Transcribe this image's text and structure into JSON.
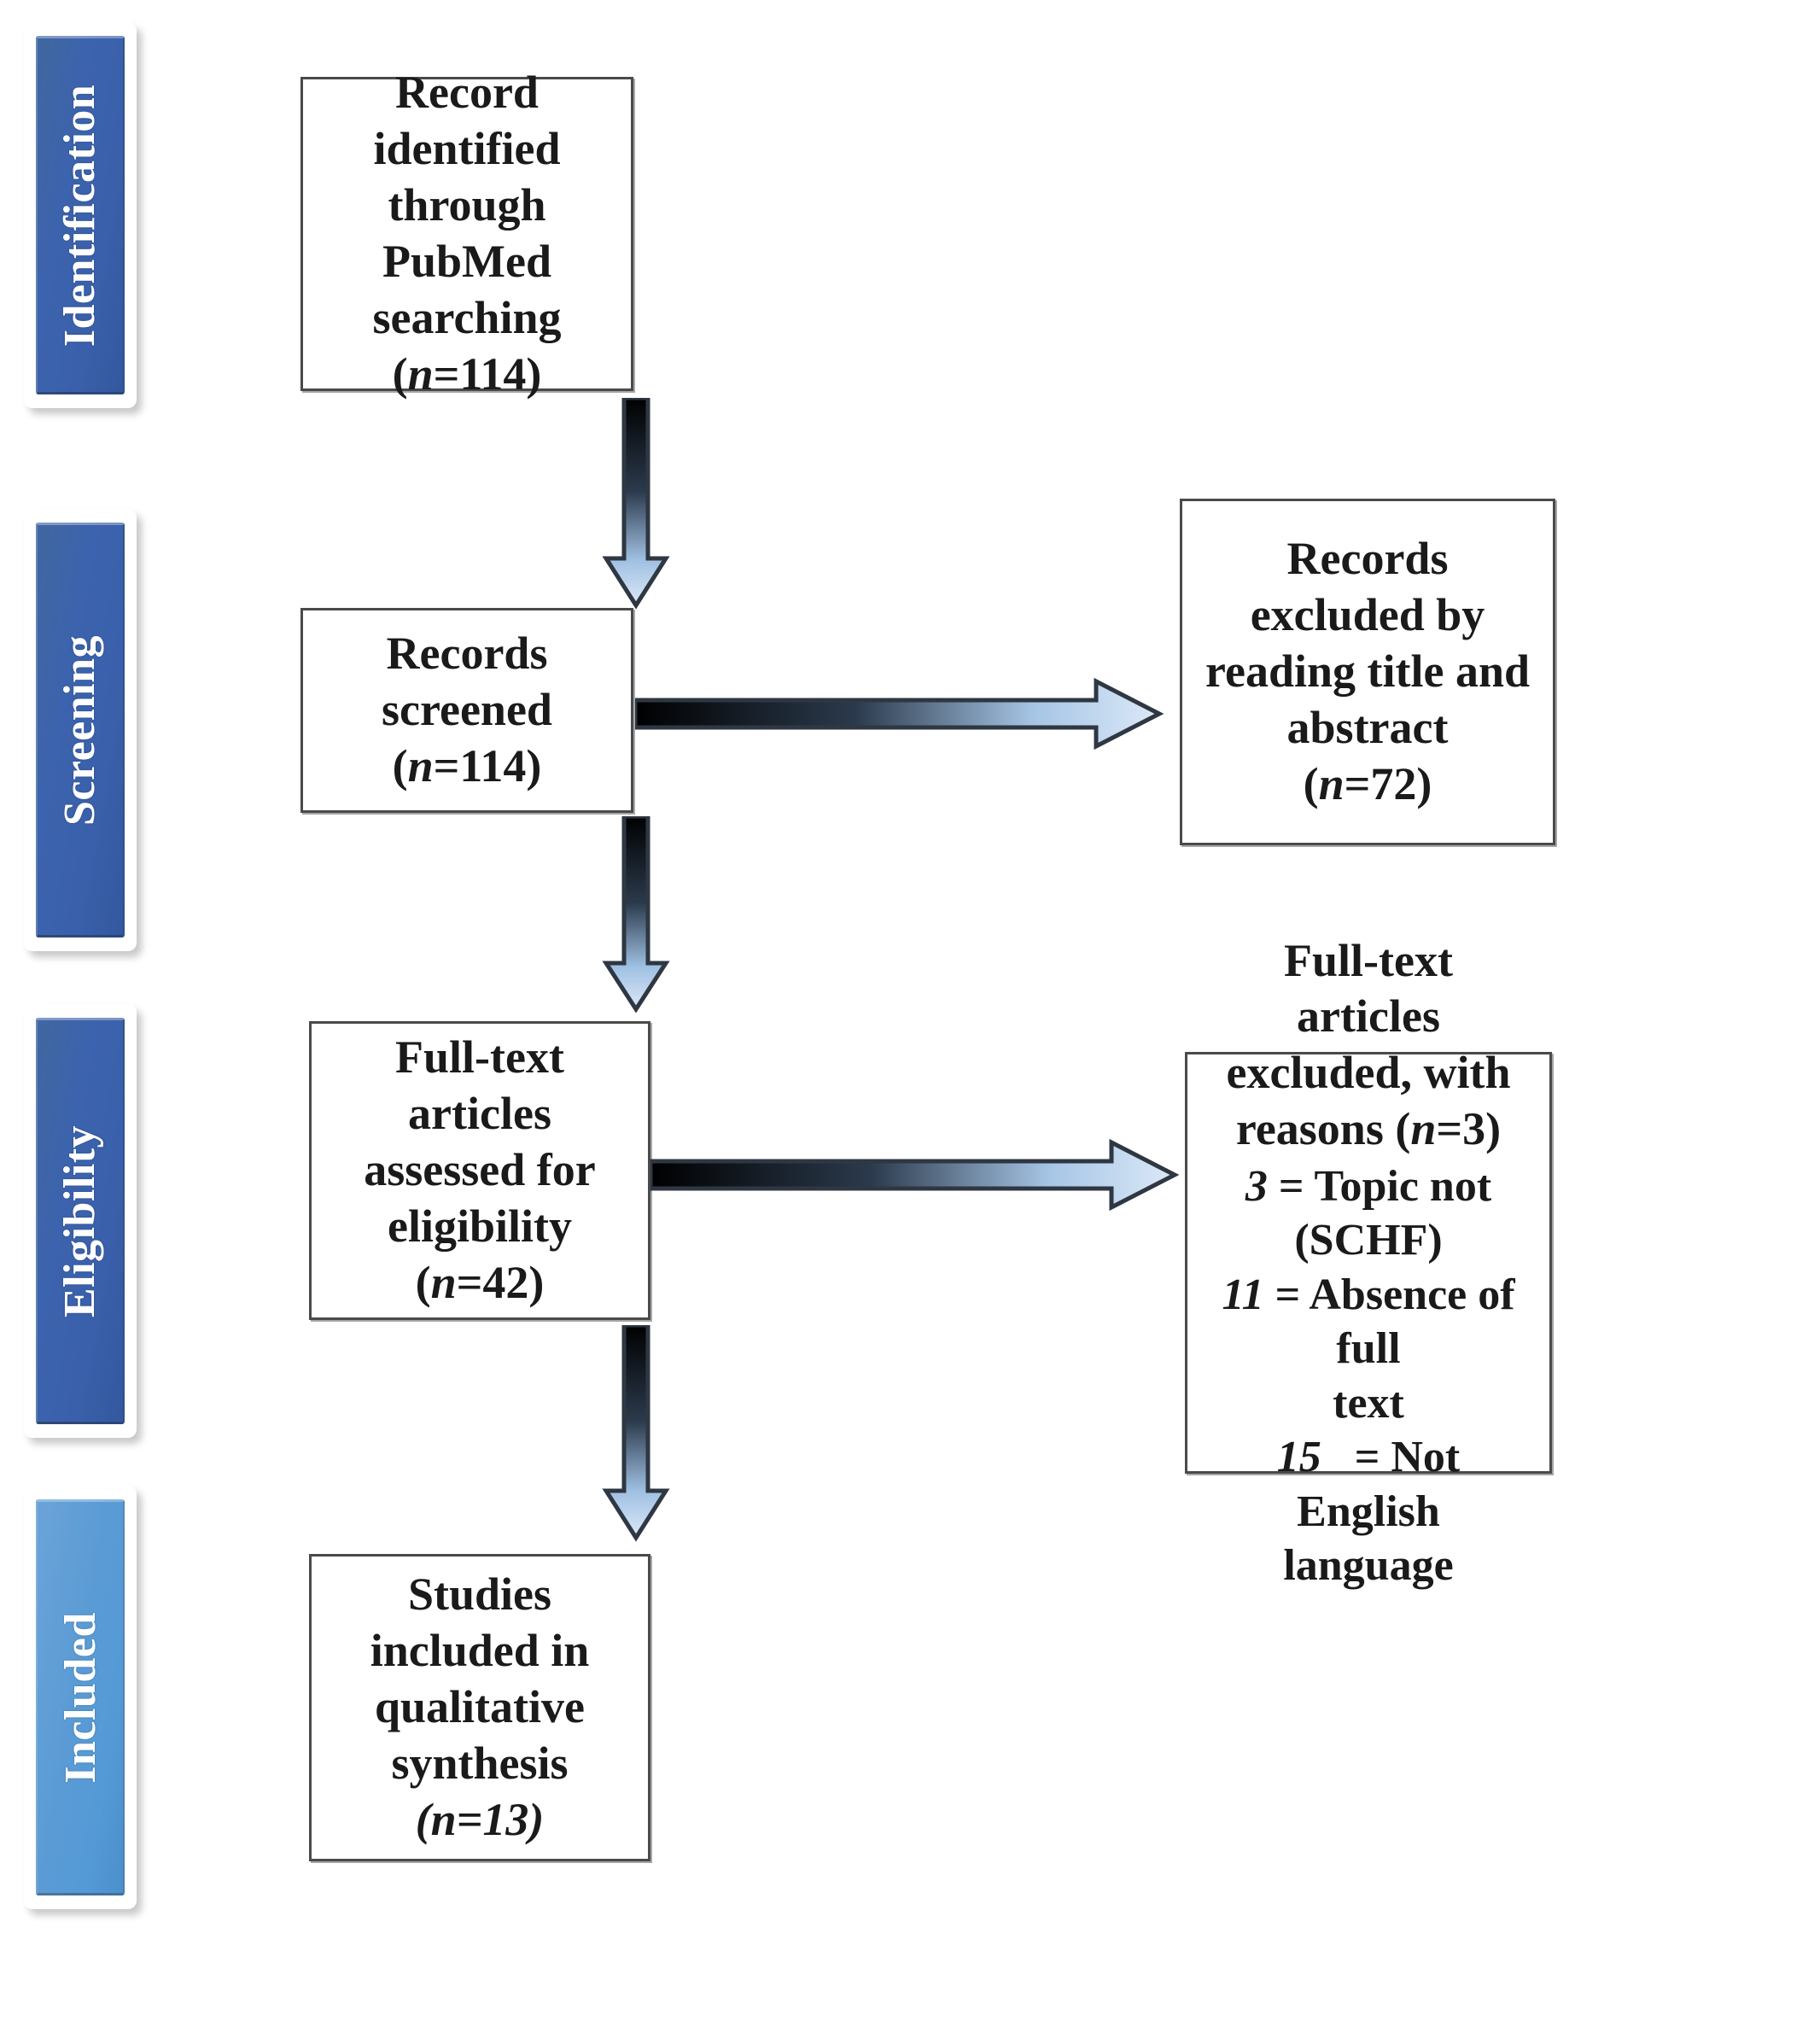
{
  "diagram": {
    "type": "prisma-flow-diagram",
    "stages": [
      {
        "id": "identification",
        "label": "Identification",
        "color": "#3C63AD"
      },
      {
        "id": "screening",
        "label": "Screening",
        "color": "#3C63AD"
      },
      {
        "id": "eligibility",
        "label": "Eligibility",
        "color": "#3C63AD"
      },
      {
        "id": "included",
        "label": "Included",
        "color": "#5B9BD5"
      }
    ],
    "boxes": {
      "identified": {
        "line1": "Record identified",
        "line2": "through PubMed",
        "line3": "searching",
        "count_prefix": "(",
        "count_n": "n",
        "count_value": "=114)"
      },
      "screened": {
        "line1": "Records screened",
        "count_prefix": "(",
        "count_n": "n",
        "count_value": "=114)"
      },
      "excluded_title_abstract": {
        "line1": "Records excluded by",
        "line2": "reading title and",
        "line3": "abstract",
        "count_prefix": "(",
        "count_n": "n",
        "count_value": "=72)"
      },
      "fulltext_assessed": {
        "line1": "Full-text articles",
        "line2": "assessed for eligibility",
        "count_prefix": "(",
        "count_n": "n",
        "count_value": "=42)"
      },
      "fulltext_excluded": {
        "line1": "Full-text articles",
        "line2": "excluded, with",
        "line3_pre": "reasons (",
        "line3_n": "n",
        "line3_post": "=3)",
        "reasons": [
          {
            "count": "3",
            "text": "= Topic not (SCHF)"
          },
          {
            "count": "11",
            "text": "= Absence of full"
          },
          {
            "count": "",
            "text": "text"
          },
          {
            "count": "15",
            "text": "= Not English"
          },
          {
            "count": "",
            "text": "language"
          }
        ]
      },
      "included_studies": {
        "line1": "Studies included in",
        "line2": "qualitative synthesis",
        "count_prefix": "(",
        "count_n": "n",
        "count_value": "=13)"
      }
    },
    "arrows": [
      {
        "id": "identified-to-screened",
        "direction": "down"
      },
      {
        "id": "screened-to-excluded",
        "direction": "right"
      },
      {
        "id": "screened-to-fulltext",
        "direction": "down"
      },
      {
        "id": "fulltext-to-excluded",
        "direction": "right"
      },
      {
        "id": "fulltext-to-included",
        "direction": "down"
      }
    ],
    "colors": {
      "arrow_start": "#000000",
      "arrow_end": "#CFE0F3",
      "arrow_outline": "#3B4450",
      "box_border": "#4a4a4a",
      "stage_dark": "#3C63AD",
      "stage_light": "#5B9BD5"
    }
  }
}
